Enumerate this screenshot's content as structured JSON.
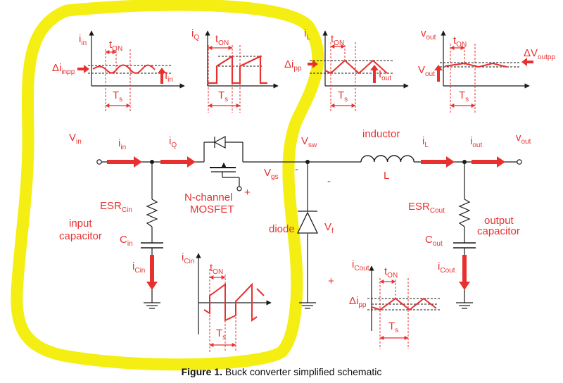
{
  "caption": {
    "prefix": "Figure 1.",
    "text": " Buck converter simplified schematic"
  },
  "nodes": {
    "vin": {
      "main": "V",
      "sub": "in"
    },
    "vsw": {
      "main": "V",
      "sub": "sw"
    },
    "vout": {
      "main": "v",
      "sub": "out"
    },
    "vgs": {
      "main": "V",
      "sub": "gs"
    },
    "vf": {
      "main": "V",
      "sub": "f"
    }
  },
  "currents": {
    "i_in": {
      "main": "i",
      "sub": "in"
    },
    "i_q": {
      "main": "i",
      "sub": "Q"
    },
    "i_l": {
      "main": "i",
      "sub": "L"
    },
    "i_out": {
      "main": "i",
      "sub": "out"
    },
    "i_cin": {
      "main": "i",
      "sub": "Cin"
    },
    "i_cout": {
      "main": "i",
      "sub": "Cout"
    }
  },
  "components": {
    "mosfet": {
      "line1": "N-channel",
      "line2": "MOSFET",
      "plus": "+"
    },
    "inductor": {
      "title": "inductor",
      "symbol": "L"
    },
    "diode": {
      "title": "diode",
      "minus_top": "-",
      "minus_right": "-",
      "plus": "+"
    },
    "esr_cin": {
      "main": "ESR",
      "sub": "Cin"
    },
    "cin": {
      "main": "C",
      "sub": "in"
    },
    "input_cap": {
      "line1": "input",
      "line2": "capacitor"
    },
    "esr_cout": {
      "main": "ESR",
      "sub": "Cout"
    },
    "cout": {
      "main": "C",
      "sub": "out"
    },
    "output_cap": {
      "line1": "output",
      "line2": "capacitor"
    }
  },
  "waveforms": {
    "iin": {
      "ylabel_main": "i",
      "ylabel_sub": "in",
      "ripple_main": "Δi",
      "ripple_sub": "inpp",
      "avg_main": "I",
      "avg_sub": "in",
      "ton_main": "t",
      "ton_sub": "ON",
      "ts_main": "T",
      "ts_sub": "s"
    },
    "iq": {
      "ylabel_main": "i",
      "ylabel_sub": "Q",
      "ton_main": "t",
      "ton_sub": "ON",
      "ts_main": "T",
      "ts_sub": "s"
    },
    "il": {
      "ylabel_main": "i",
      "ylabel_sub": "L",
      "ripple_main": "Δi",
      "ripple_sub": "pp",
      "avg_main": "I",
      "avg_sub": "out",
      "ton_main": "t",
      "ton_sub": "ON",
      "ts_main": "T",
      "ts_sub": "s"
    },
    "vout": {
      "ylabel_main": "v",
      "ylabel_sub": "out",
      "ripple_main": "ΔV",
      "ripple_sub": "outpp",
      "avg_main": "V",
      "avg_sub": "out",
      "ton_main": "t",
      "ton_sub": "ON",
      "ts_main": "T",
      "ts_sub": "s"
    },
    "icin": {
      "ylabel_main": "i",
      "ylabel_sub": "Cin",
      "ton_main": "t",
      "ton_sub": "ON",
      "ts_main": "T",
      "ts_sub": "s"
    },
    "icout": {
      "ylabel_main": "i",
      "ylabel_sub": "Cout",
      "ripple_main": "Δi",
      "ripple_sub": "pp",
      "ton_main": "t",
      "ton_sub": "ON",
      "ts_main": "T",
      "ts_sub": "s"
    }
  },
  "colors": {
    "accent": "#e8312f",
    "highlight": "#f5ee12",
    "wire": "#1a1a1a"
  }
}
